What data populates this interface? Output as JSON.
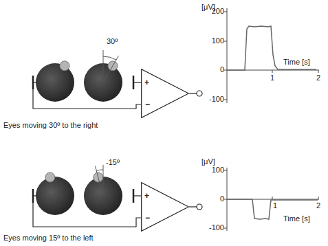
{
  "diagram": {
    "nodes": [
      {
        "text": [
          "+",
          "−"
        ]
      },
      {
        "text": [
          "+",
          "−"
        ]
      }
    ],
    "labels": [
      "30º",
      "Eyes moving 30º to the right",
      "[μV]",
      "200",
      "100",
      "0",
      "-100",
      "Time [s]",
      "1",
      "2",
      "-15º",
      "Eyes moving 15º to the left",
      "[μV]",
      "100",
      "0",
      "-100",
      "Time [s]",
      "1",
      "2"
    ]
  }
}
